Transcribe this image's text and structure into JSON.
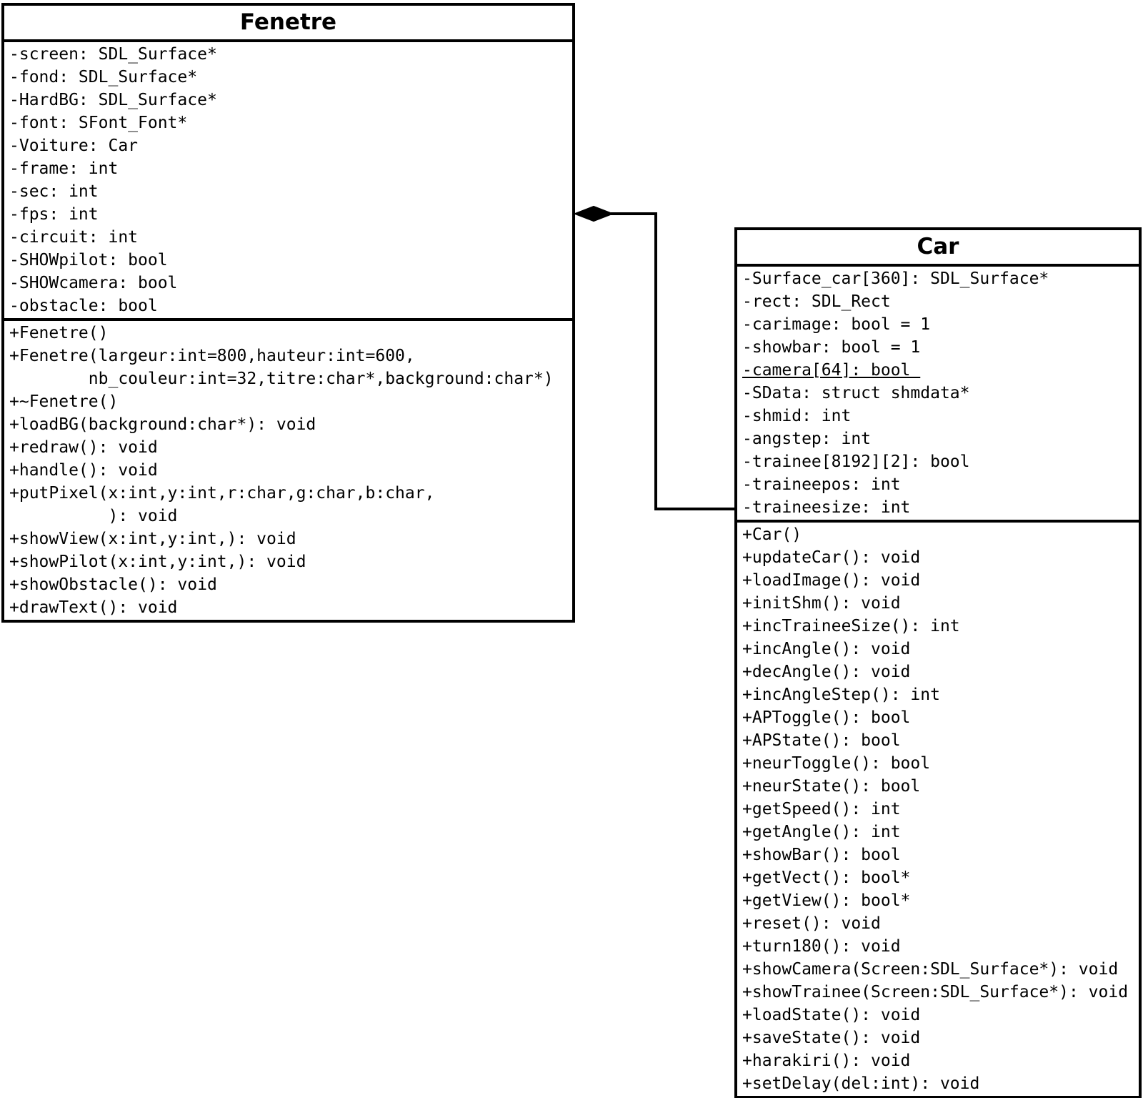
{
  "colors": {
    "foreground": "#000000",
    "background": "#ffffff"
  },
  "classes": [
    {
      "name": "Fenetre",
      "attributes": [
        {
          "text": "-screen: SDL_Surface*"
        },
        {
          "text": "-fond: SDL_Surface*"
        },
        {
          "text": "-HardBG: SDL_Surface*"
        },
        {
          "text": "-font: SFont_Font*"
        },
        {
          "text": "-Voiture: Car"
        },
        {
          "text": "-frame: int"
        },
        {
          "text": "-sec: int"
        },
        {
          "text": "-fps: int"
        },
        {
          "text": "-circuit: int"
        },
        {
          "text": "-SHOWpilot: bool"
        },
        {
          "text": "-SHOWcamera: bool"
        },
        {
          "text": "-obstacle: bool"
        }
      ],
      "methods": [
        {
          "text": "+Fenetre()"
        },
        {
          "text": "+Fenetre(largeur:int=800,hauteur:int=600,\n        nb_couleur:int=32,titre:char*,background:char*)"
        },
        {
          "text": "+~Fenetre()"
        },
        {
          "text": "+loadBG(background:char*): void"
        },
        {
          "text": "+redraw(): void"
        },
        {
          "text": "+handle(): void"
        },
        {
          "text": "+putPixel(x:int,y:int,r:char,g:char,b:char,\n          ): void"
        },
        {
          "text": "+showView(x:int,y:int,): void"
        },
        {
          "text": "+showPilot(x:int,y:int,): void"
        },
        {
          "text": "+showObstacle(): void"
        },
        {
          "text": "+drawText(): void"
        }
      ]
    },
    {
      "name": "Car",
      "attributes": [
        {
          "text": "-Surface_car[360]: SDL_Surface*"
        },
        {
          "text": "-rect: SDL_Rect"
        },
        {
          "text": "-carimage: bool = 1"
        },
        {
          "text": "-showbar: bool = 1"
        },
        {
          "text": "-camera[64]: bool ",
          "underline": true
        },
        {
          "text": "-SData: struct shmdata*"
        },
        {
          "text": "-shmid: int"
        },
        {
          "text": "-angstep: int"
        },
        {
          "text": "-trainee[8192][2]: bool"
        },
        {
          "text": "-traineepos: int"
        },
        {
          "text": "-traineesize: int"
        }
      ],
      "methods": [
        {
          "text": "+Car()"
        },
        {
          "text": "+updateCar(): void"
        },
        {
          "text": "+loadImage(): void"
        },
        {
          "text": "+initShm(): void"
        },
        {
          "text": "+incTraineeSize(): int"
        },
        {
          "text": "+incAngle(): void"
        },
        {
          "text": "+decAngle(): void"
        },
        {
          "text": "+incAngleStep(): int"
        },
        {
          "text": "+APToggle(): bool"
        },
        {
          "text": "+APState(): bool"
        },
        {
          "text": "+neurToggle(): bool"
        },
        {
          "text": "+neurState(): bool"
        },
        {
          "text": "+getSpeed(): int"
        },
        {
          "text": "+getAngle(): int"
        },
        {
          "text": "+showBar(): bool"
        },
        {
          "text": "+getVect(): bool*"
        },
        {
          "text": "+getView(): bool*"
        },
        {
          "text": "+reset(): void"
        },
        {
          "text": "+turn180(): void"
        },
        {
          "text": "+showCamera(Screen:SDL_Surface*): void"
        },
        {
          "text": "+showTrainee(Screen:SDL_Surface*): void"
        },
        {
          "text": "+loadState(): void"
        },
        {
          "text": "+saveState(): void"
        },
        {
          "text": "+harakiri(): void"
        },
        {
          "text": "+setDelay(del:int): void"
        }
      ]
    }
  ],
  "connector": {
    "type": "composition",
    "diamond_at": "Fenetre",
    "from": "Fenetre",
    "to": "Car"
  }
}
